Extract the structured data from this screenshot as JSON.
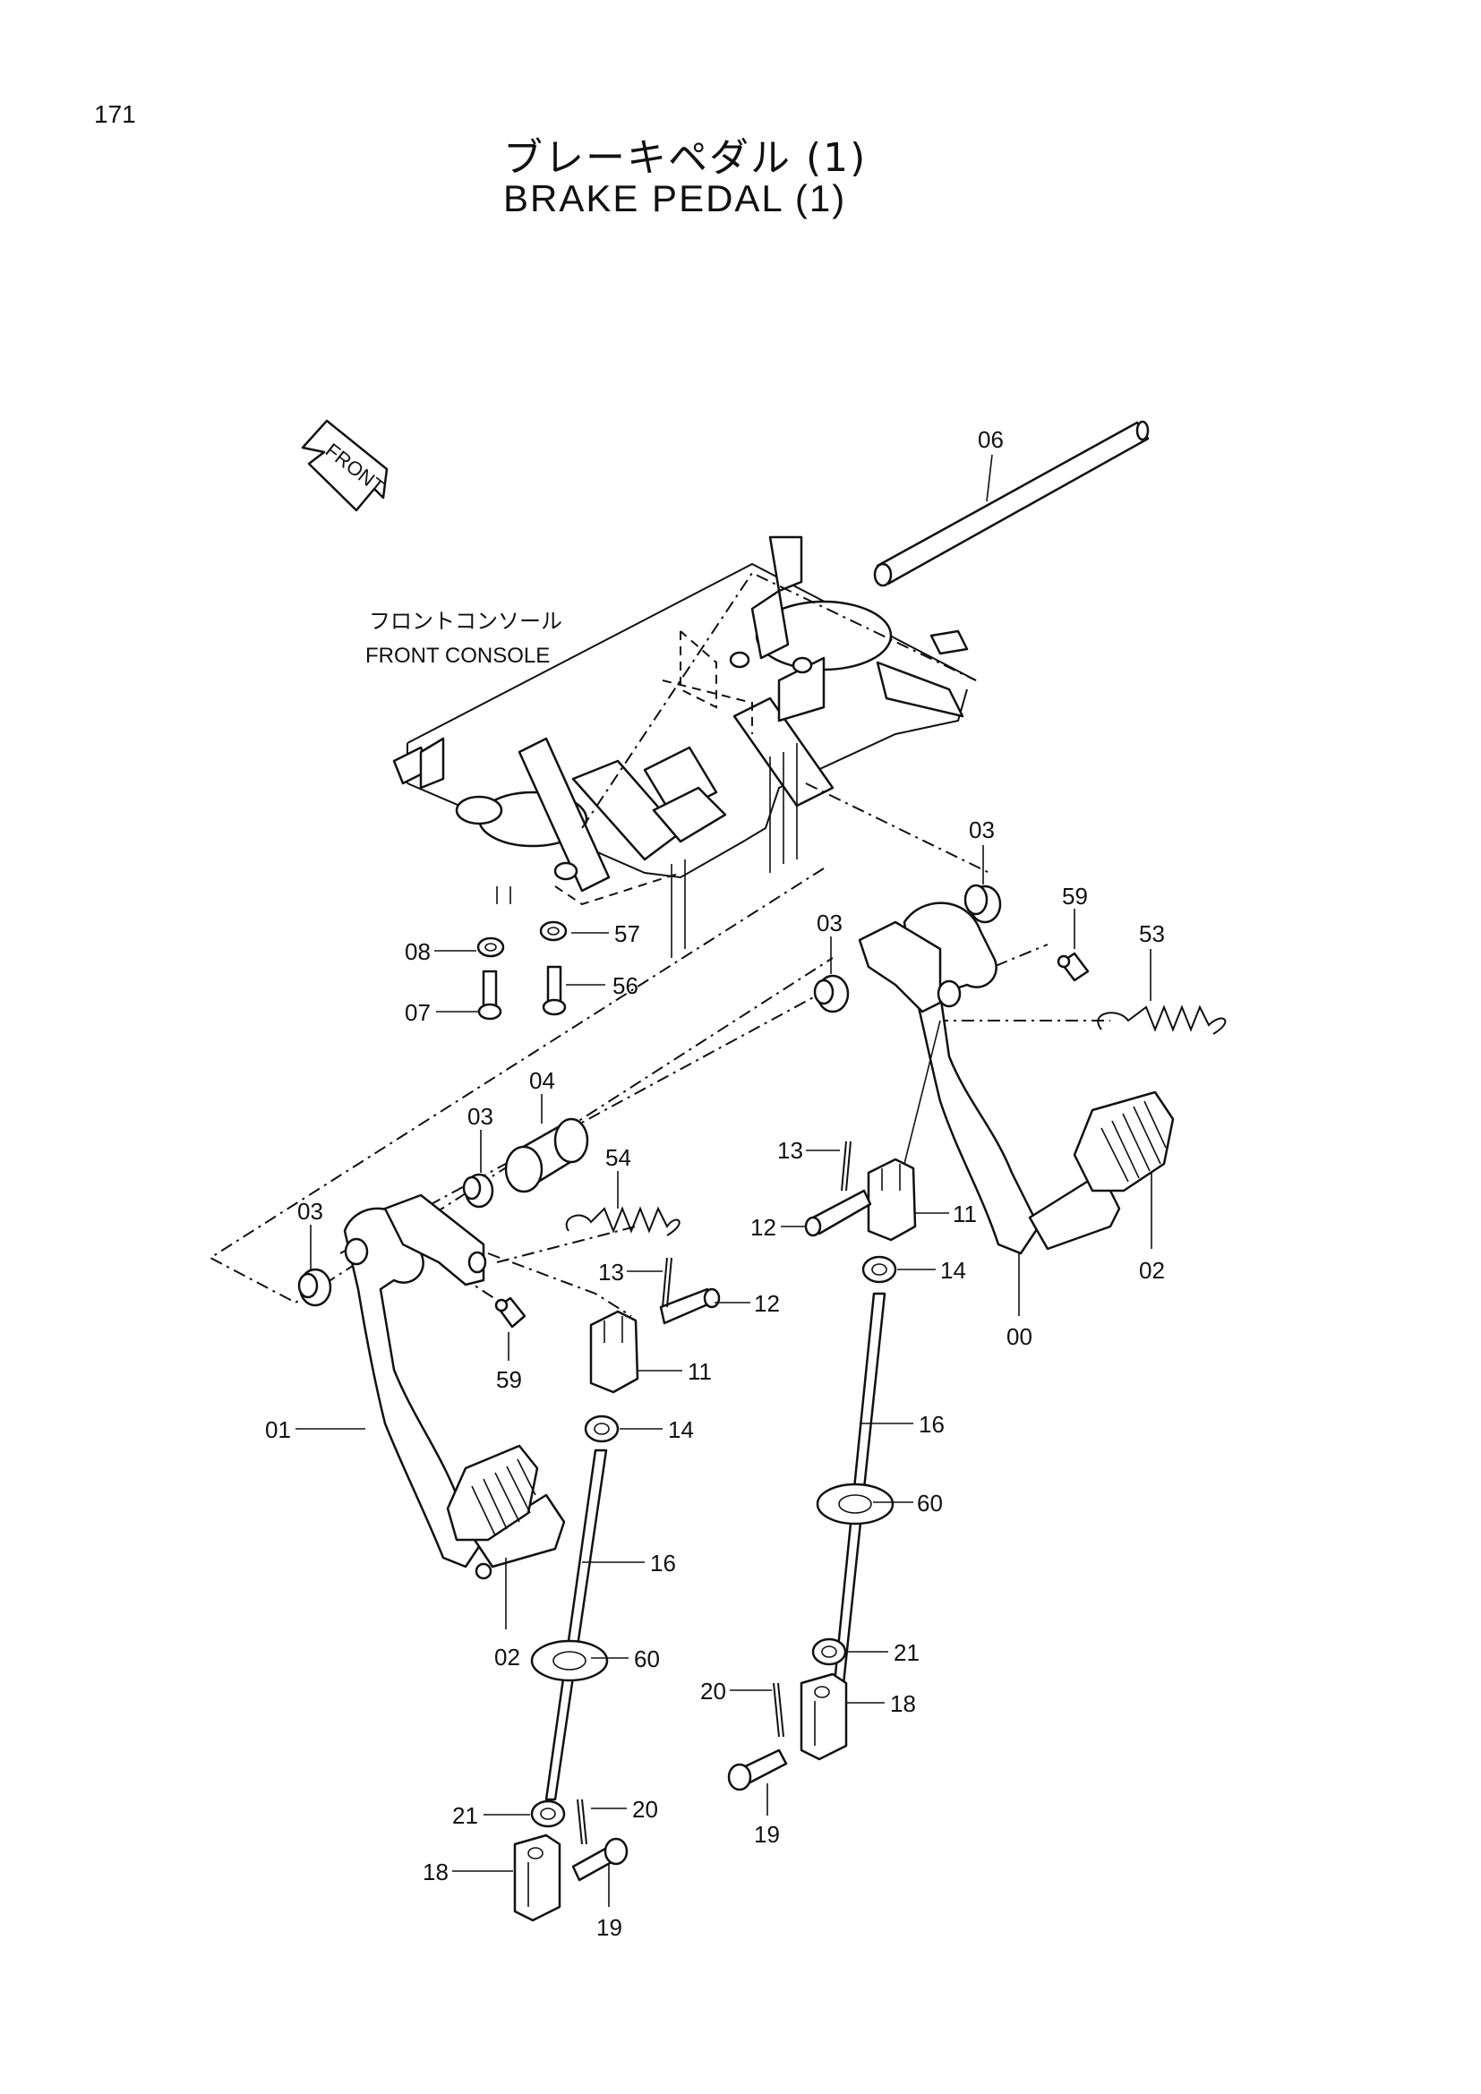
{
  "page": {
    "number": "171"
  },
  "title": {
    "japanese": "ブレーキペダル (1)",
    "english": "BRAKE PEDAL (1)"
  },
  "front_marker": {
    "text": "FRONT",
    "icon": "front-arrow-icon"
  },
  "console_label": {
    "japanese": "フロントコンソール",
    "english": "FRONT CONSOLE"
  },
  "callouts": [
    "06",
    "03",
    "59",
    "53",
    "03",
    "08",
    "57",
    "07",
    "56",
    "04",
    "03",
    "54",
    "03",
    "13",
    "12",
    "11",
    "02",
    "00",
    "14",
    "13",
    "12",
    "11",
    "59",
    "01",
    "14",
    "16",
    "16",
    "60",
    "02",
    "60",
    "21",
    "20",
    "18",
    "19",
    "21",
    "20",
    "18",
    "19"
  ]
}
